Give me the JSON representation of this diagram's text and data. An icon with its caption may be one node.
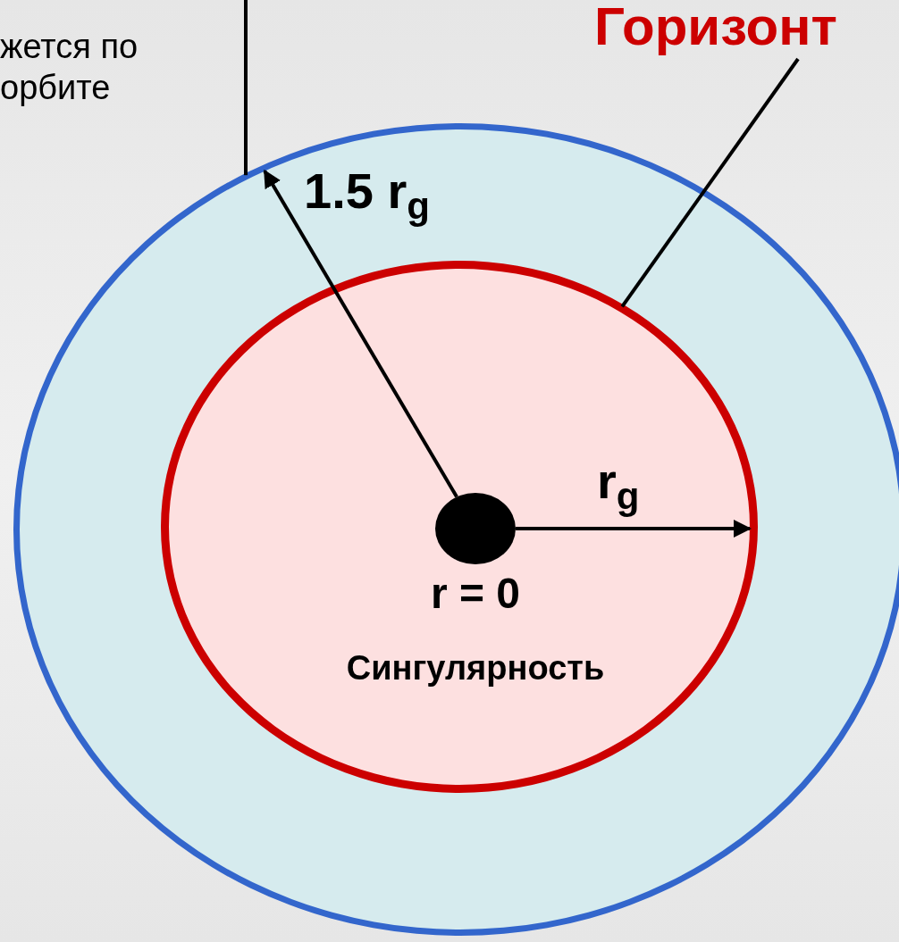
{
  "diagram": {
    "nodes": [
      {
        "text": [],
        "shape": "circle"
      },
      {
        "text": [],
        "shape": "circle",
        "in": 0
      },
      {
        "text": [],
        "shape": "circle",
        "in": 1,
        "beside": [
          "r = 0",
          "Сингулярность"
        ]
      },
      {
        "text": [
          "Горизонт"
        ]
      }
    ],
    "edges": [
      {
        "from": null,
        "to": 0,
        "arrow": "none"
      },
      {
        "from": 3,
        "to": 1,
        "arrow": "none"
      },
      {
        "from": 2,
        "to": 1,
        "arrow": "to",
        "label": "r$_{g}$"
      },
      {
        "from": 2,
        "to": 0,
        "arrow": "to",
        "label": "1.5 r$_{g}$"
      }
    ],
    "labels": [
      "жется по орбите"
    ]
  }
}
